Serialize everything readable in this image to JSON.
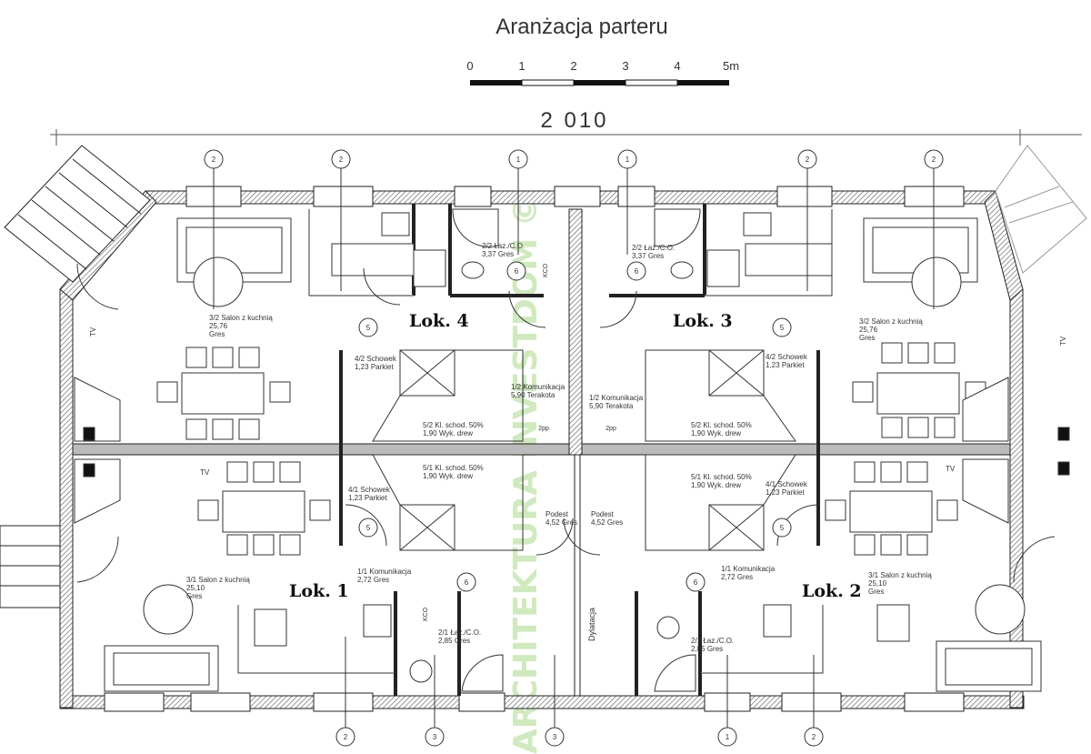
{
  "title": "Aranżacja parteru",
  "scale": {
    "labels": [
      "0",
      "1",
      "2",
      "3",
      "4",
      "5m"
    ]
  },
  "dimension": "2 010",
  "watermark": "ARCHITEKTURA INVESTDOM ©",
  "dilatation_label": "Dylatacja",
  "units": [
    {
      "name": "Lok. 4"
    },
    {
      "name": "Lok. 3"
    },
    {
      "name": "Lok. 1"
    },
    {
      "name": "Lok. 2"
    }
  ],
  "rooms": {
    "r32_left": {
      "code": "3/2",
      "name": "Salon z kuchnią",
      "area": "25,76",
      "floor": "Gres"
    },
    "r32_right": {
      "code": "3/2",
      "name": "Salon z kuchnią",
      "area": "25,76",
      "floor": "Gres"
    },
    "r31_left": {
      "code": "3/1",
      "name": "Salon z kuchnią",
      "area": "25,10",
      "floor": "Gres"
    },
    "r31_right": {
      "code": "3/1",
      "name": "Salon z kuchnią",
      "area": "25,10",
      "floor": "Gres"
    },
    "r22_left": {
      "code": "2/2",
      "name": "Łaz./C.O.",
      "area": "3,37",
      "floor": "Gres"
    },
    "r22_right": {
      "code": "2/2",
      "name": "Łaz./C.O.",
      "area": "3,37",
      "floor": "Gres"
    },
    "r21_left": {
      "code": "2/1",
      "name": "Łaz./C.O.",
      "area": "2,85",
      "floor": "Gres"
    },
    "r21_right": {
      "code": "2/1",
      "name": "Łaz./C.O.",
      "area": "2,85",
      "floor": "Gres"
    },
    "r42_left": {
      "code": "4/2",
      "name": "Schowek",
      "area": "1,23",
      "floor": "Parkiet"
    },
    "r42_right": {
      "code": "4/2",
      "name": "Schowek",
      "area": "1,23",
      "floor": "Parkiet"
    },
    "r41_left": {
      "code": "4/1",
      "name": "Schowek",
      "area": "1,23",
      "floor": "Parkiet"
    },
    "r41_right": {
      "code": "4/1",
      "name": "Schowek",
      "area": "1,23",
      "floor": "Parkiet"
    },
    "r12_left": {
      "code": "1/2",
      "name": "Komunikacja",
      "area": "5,90",
      "floor": "Terakota"
    },
    "r12_right": {
      "code": "1/2",
      "name": "Komunikacja",
      "area": "5,90",
      "floor": "Terakota"
    },
    "r11_left": {
      "code": "1/1",
      "name": "Komunikacja",
      "area": "2,72",
      "floor": "Gres"
    },
    "r11_right": {
      "code": "1/1",
      "name": "Komunikacja",
      "area": "2,72",
      "floor": "Gres"
    },
    "r52_left": {
      "code": "5/2",
      "name": "Kl. schod. 50%",
      "area": "1,90",
      "floor": "Wyk. drew"
    },
    "r52_right": {
      "code": "5/2",
      "name": "Kl. schod. 50%",
      "area": "1,90",
      "floor": "Wyk. drew"
    },
    "r51_left": {
      "code": "5/1",
      "name": "Kl. schod. 50%",
      "area": "1,90",
      "floor": "Wyk. drew"
    },
    "r51_right": {
      "code": "5/1",
      "name": "Kl. schod. 50%",
      "area": "1,90",
      "floor": "Wyk. drew"
    },
    "podest_left": {
      "name": "Podest",
      "area": "4,52",
      "floor": "Gres"
    },
    "podest_right": {
      "name": "Podest",
      "area": "4,52",
      "floor": "Gres"
    }
  },
  "labels": {
    "tv": "TV",
    "kco": "KCO",
    "pp": "2pp"
  },
  "axis_markers": {
    "top": [
      "2",
      "2",
      "1",
      "1",
      "2",
      "2"
    ],
    "bottom": [
      "2",
      "3",
      "3",
      "1",
      "2"
    ],
    "inner": [
      "5",
      "5",
      "6",
      "6",
      "5",
      "5",
      "6",
      "6"
    ]
  }
}
